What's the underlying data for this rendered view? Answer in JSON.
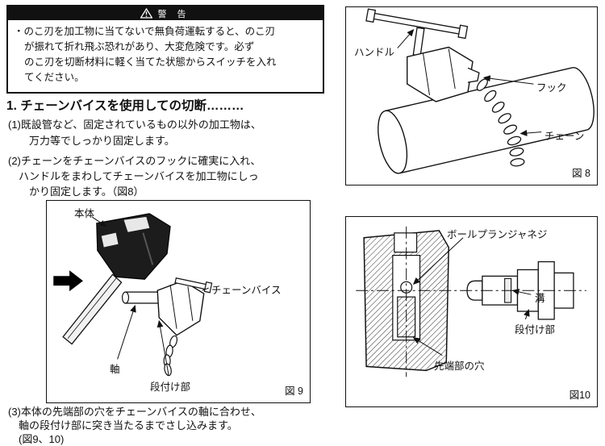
{
  "colors": {
    "ink": "#111111",
    "warning_header_bg": "#111111",
    "warning_header_text": "#ffffff",
    "paper": "#ffffff"
  },
  "warning": {
    "icon": "warning-triangle-icon",
    "title": "警 告",
    "lines": [
      "・のこ刃を加工物に当てないで無負荷運転すると、のこ刃",
      "が振れて折れ飛ぶ恐れがあり、大変危険です。必ず",
      "のこ刃を切断材料に軽く当てた状態からスイッチを入れ",
      "てください。"
    ]
  },
  "section": {
    "heading": "1. チェーンバイスを使用しての切断………"
  },
  "steps": {
    "step1": {
      "lines": [
        "(1)既設管など、固定されているもの以外の加工物は、",
        "万力等でしっかり固定します。"
      ]
    },
    "step2": {
      "lines": [
        "(2)チェーンをチェーンバイスのフックに確実に入れ、",
        "ハンドルをまわしてチェーンバイスを加工物にしっ",
        "かり固定します。（図8）"
      ]
    },
    "step3": {
      "lines": [
        "(3)本体の先端部の穴をチェーンバイスの軸に合わせ、",
        "軸の段付け部に突き当たるまでさし込みます。",
        "(図9、10)"
      ]
    }
  },
  "figure8": {
    "caption": "図 8",
    "labels": {
      "handle": "ハンドル",
      "hook": "フック",
      "chain": "チェーン"
    }
  },
  "figure9": {
    "caption": "図 9",
    "labels": {
      "body": "本体",
      "chain_vise": "チェーンバイス",
      "shaft": "軸",
      "step": "段付け部"
    }
  },
  "figure10": {
    "caption": "図10",
    "labels": {
      "ball_plunger_screw": "ボールプランジャネジ",
      "groove": "溝",
      "step": "段付け部",
      "tip_hole": "先端部の穴"
    }
  }
}
